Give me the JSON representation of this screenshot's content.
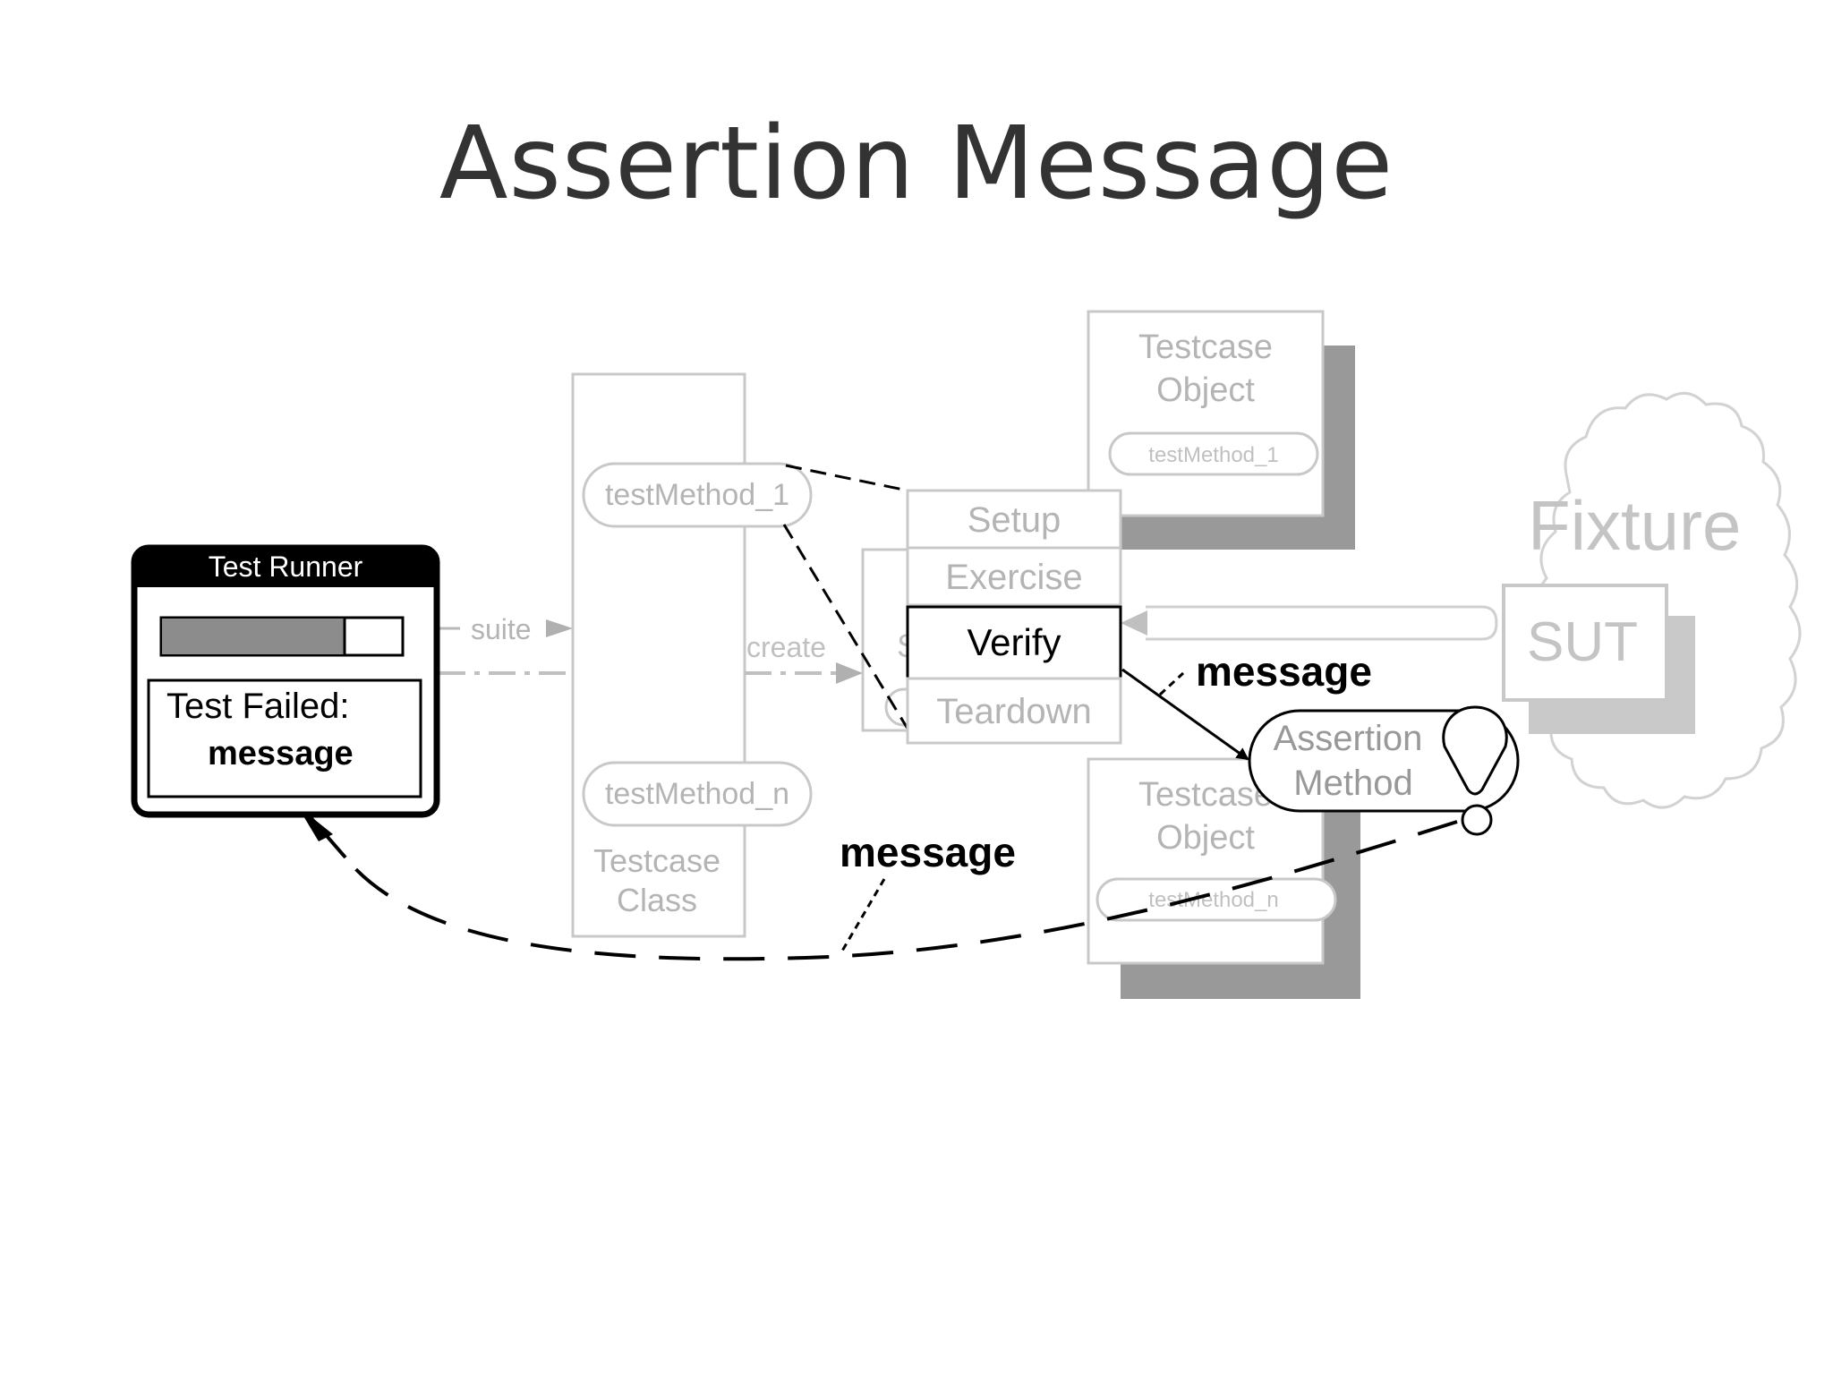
{
  "slide": {
    "title": "Assertion Message"
  },
  "diagram": {
    "test_runner": {
      "title": "Test Runner",
      "progress": 0.76,
      "failure_line_1": "Test Failed:",
      "failure_line_2": "message"
    },
    "arrows": {
      "suite": "suite",
      "create": "create",
      "message_upper": "message",
      "message_lower": "message"
    },
    "testcase_class": {
      "method_1": "testMethod_1",
      "method_n": "testMethod_n",
      "label_line_1": "Testcase",
      "label_line_2": "Class"
    },
    "phases": [
      "Setup",
      "Exercise",
      "Verify",
      "Teardown"
    ],
    "active_phase": "Verify",
    "partial_label": "S",
    "testcase_object_top": {
      "label_line_1": "Testcase",
      "label_line_2": "Object",
      "method": "testMethod_1"
    },
    "testcase_object_bottom": {
      "label_line_1": "Testcase",
      "label_line_2": "Object",
      "method": "testMethod_n"
    },
    "assertion_method": {
      "line_1": "Assertion",
      "line_2": "Method"
    },
    "fixture": {
      "label": "Fixture",
      "sut": "SUT"
    },
    "colors": {
      "title": "#333333",
      "faint": "#c8c8c8",
      "faint_text": "#b4b4b4",
      "shadow": "#999999",
      "progress_fill": "#8c8c8c",
      "ink": "#000000"
    }
  }
}
